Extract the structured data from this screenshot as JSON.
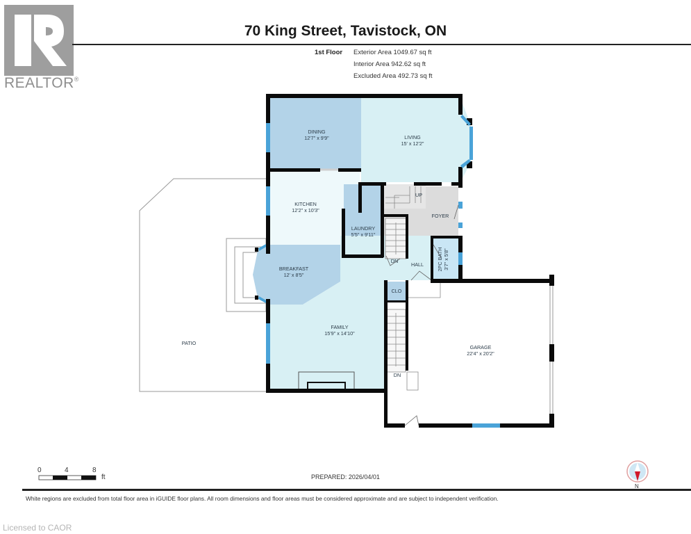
{
  "branding": {
    "logo_icon": "realtor-r-logo-icon",
    "logo_text": "REALTOR",
    "registered_mark": "®"
  },
  "header": {
    "title": "70 King Street, Tavistock, ON",
    "floor_label": "1st Floor",
    "areas": [
      "Exterior Area 1049.67 sq ft",
      "Interior Area 942.62 sq ft",
      "Excluded Area 492.73 sq ft"
    ]
  },
  "plan": {
    "colors": {
      "wall": "#0a0a0a",
      "window": "#4aa3d8",
      "dining": "#b3d3e8",
      "living": "#d8f0f4",
      "kitchen": "#eef9fb",
      "laundry": "#b3d3e8",
      "breakfast": "#b3d3e8",
      "family": "#d8f0f4",
      "hall": "#d8f0f4",
      "foyer": "#dcdcdc",
      "bath": "#c9e6f5",
      "closet": "#b3d3e8",
      "garage": "#ffffff",
      "patio_outline": "#9a9a9a"
    },
    "rooms": [
      {
        "name": "DINING",
        "dims": "12'7\" x 9'9\""
      },
      {
        "name": "LIVING",
        "dims": "15' x 12'2\""
      },
      {
        "name": "KITCHEN",
        "dims": "12'2\" x 10'3\""
      },
      {
        "name": "LAUNDRY",
        "dims": "5'5\" x 9'11\""
      },
      {
        "name": "FOYER",
        "dims": ""
      },
      {
        "name": "BREAKFAST",
        "dims": "12' x 8'5\""
      },
      {
        "name": "HALL",
        "dims": ""
      },
      {
        "name": "2PC BATH",
        "dims": "3'7\" x 5'8\""
      },
      {
        "name": "CLO",
        "dims": ""
      },
      {
        "name": "FAMILY",
        "dims": "15'9\" x 14'10\""
      },
      {
        "name": "GARAGE",
        "dims": "22'4\" x 20'2\""
      },
      {
        "name": "PATIO",
        "dims": ""
      }
    ],
    "stair_labels": {
      "up": "UP",
      "down_main": "DN",
      "down_family": "DN"
    }
  },
  "scale_bar": {
    "ticks": [
      "0",
      "4",
      "8"
    ],
    "unit": "ft"
  },
  "prepared": "PREPARED: 2026/04/01",
  "compass": {
    "icon": "north-compass-icon",
    "label": "N"
  },
  "footer": {
    "disclaimer": "White regions are excluded from total floor area in iGUIDE floor plans. All room dimensions and floor areas must be considered approximate and are subject to independent verification.",
    "licensed": "Licensed to CAOR"
  }
}
